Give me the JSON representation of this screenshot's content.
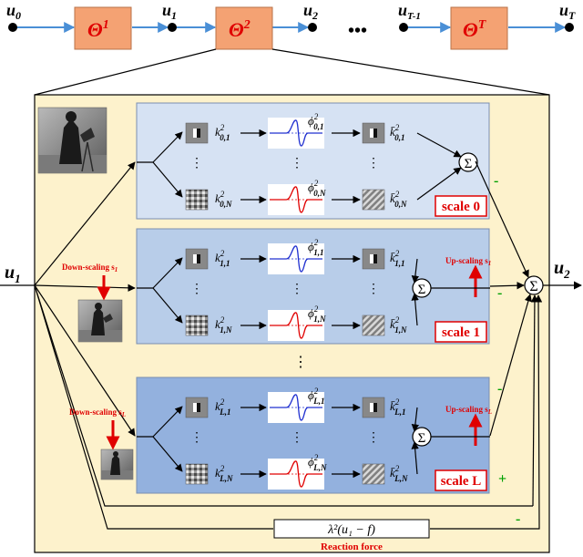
{
  "top_chain": {
    "nodes": [
      "u",
      "u",
      "u",
      "u",
      "u"
    ],
    "node_subs": [
      "0",
      "1",
      "2",
      "T-1",
      "T"
    ],
    "stages": [
      {
        "symbol": "Θ",
        "sup": "1"
      },
      {
        "symbol": "Θ",
        "sup": "2"
      },
      {
        "symbol": "Θ",
        "sup": "T"
      }
    ],
    "ellipsis": "•••"
  },
  "detail": {
    "input": {
      "base": "u",
      "sub": "1"
    },
    "output": {
      "base": "u",
      "sub": "2"
    },
    "dots": "⋮",
    "scales": [
      {
        "label": "scale 0",
        "k_top": {
          "base": "k",
          "sup": "2",
          "sub": "0,1"
        },
        "k_bot": {
          "base": "k",
          "sup": "2",
          "sub": "0,N"
        },
        "phi_top": {
          "base": "ϕ",
          "sup": "2",
          "sub": "0,1"
        },
        "phi_bot": {
          "base": "ϕ",
          "sup": "2",
          "sub": "0,N"
        },
        "kb_top": {
          "base": "k̄",
          "sup": "2",
          "sub": "0,1"
        },
        "kb_bot": {
          "base": "k̄",
          "sup": "2",
          "sub": "0,N"
        }
      },
      {
        "label": "scale 1",
        "down": {
          "text": "Down-scaling s",
          "sub": "1"
        },
        "up": {
          "text": "Up-scaling s",
          "sub": "1"
        },
        "k_top": {
          "base": "k",
          "sup": "2",
          "sub": "1,1"
        },
        "k_bot": {
          "base": "k",
          "sup": "2",
          "sub": "1,N"
        },
        "phi_top": {
          "base": "ϕ",
          "sup": "2",
          "sub": "1,1"
        },
        "phi_bot": {
          "base": "ϕ",
          "sup": "2",
          "sub": "1,N"
        },
        "kb_top": {
          "base": "k̄",
          "sup": "2",
          "sub": "1,1"
        },
        "kb_bot": {
          "base": "k̄",
          "sup": "2",
          "sub": "1,N"
        }
      },
      {
        "label": "scale L",
        "down": {
          "text": "Down-scaling s",
          "sub": "L"
        },
        "up": {
          "text": "Up-scaling s",
          "sub": "L"
        },
        "k_top": {
          "base": "k",
          "sup": "2",
          "sub": "L,1"
        },
        "k_bot": {
          "base": "k",
          "sup": "2",
          "sub": "L,N"
        },
        "phi_top": {
          "base": "ϕ",
          "sup": "2",
          "sub": "L,1"
        },
        "phi_bot": {
          "base": "ϕ",
          "sup": "2",
          "sub": "L,N"
        },
        "kb_top": {
          "base": "k̄",
          "sup": "2",
          "sub": "L,1"
        },
        "kb_bot": {
          "base": "k̄",
          "sup": "2",
          "sub": "L,N"
        }
      }
    ],
    "sum_symbol": "Σ",
    "minus": "-",
    "plus": "+",
    "reaction": {
      "formula": "λ²(u₁ − f)",
      "label": "Reaction force"
    }
  },
  "colors": {
    "stage_fill": "#f4a273",
    "detail_fill": "#fdf2cc",
    "panel0": "#d6e2f3",
    "panel1": "#b8cde9",
    "panel2": "#93b1de",
    "arrow_blue": "#4a8fd6",
    "red": "#e00000",
    "green": "#00a000"
  }
}
